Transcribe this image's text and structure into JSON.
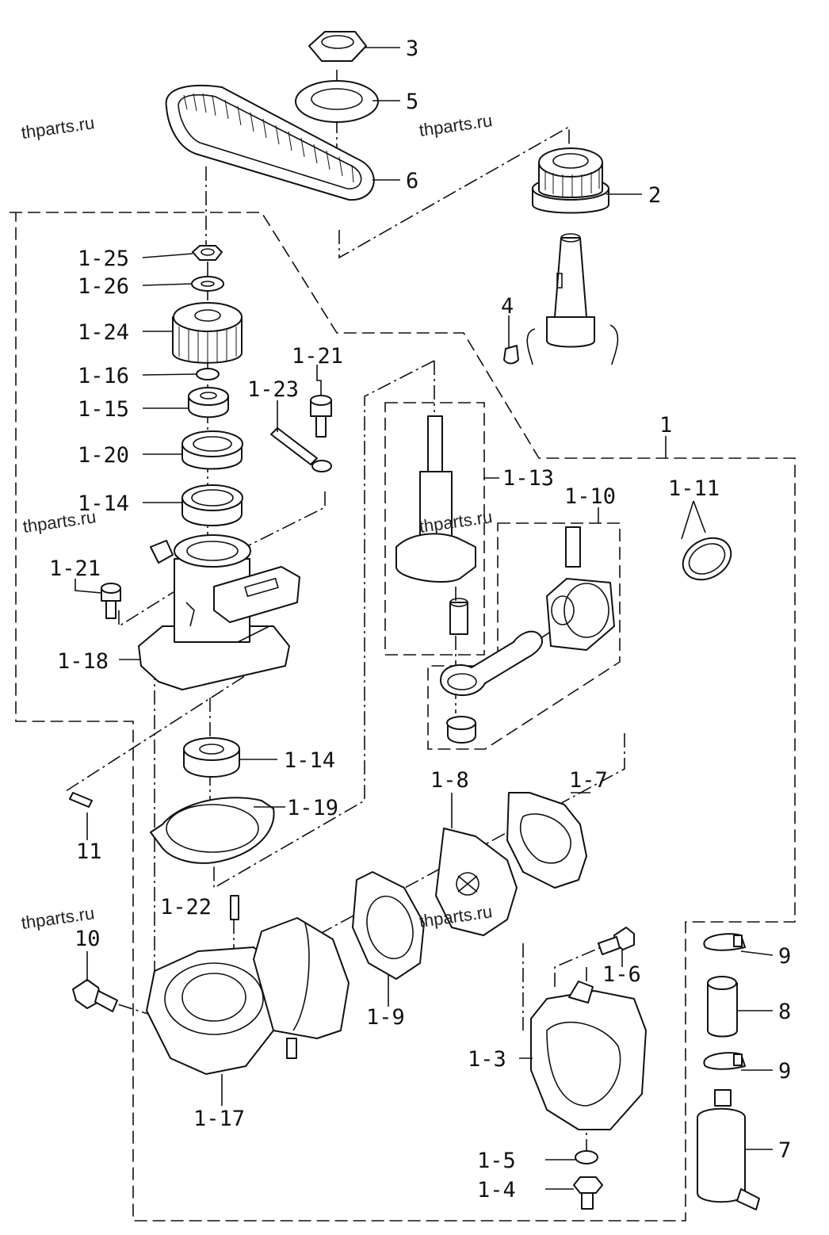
{
  "watermark": "thparts.ru",
  "labels": {
    "p3": "3",
    "p5": "5",
    "p6": "6",
    "p2": "2",
    "p4": "4",
    "p1": "1",
    "p1_25": "1-25",
    "p1_26": "1-26",
    "p1_24": "1-24",
    "p1_16": "1-16",
    "p1_15": "1-15",
    "p1_20": "1-20",
    "p1_14a": "1-14",
    "p1_14b": "1-14",
    "p1_21a": "1-21",
    "p1_21b": "1-21",
    "p1_23": "1-23",
    "p1_13": "1-13",
    "p1_10": "1-10",
    "p1_11": "1-11",
    "p1_18": "1-18",
    "p1_19": "1-19",
    "p11": "11",
    "p1_8": "1-8",
    "p1_7": "1-7",
    "p1_22": "1-22",
    "p10": "10",
    "p1_9": "1-9",
    "p1_6": "1-6",
    "p1_3": "1-3",
    "p1_17": "1-17",
    "p1_5": "1-5",
    "p1_4": "1-4",
    "p9a": "9",
    "p9b": "9",
    "p8": "8",
    "p7": "7"
  }
}
